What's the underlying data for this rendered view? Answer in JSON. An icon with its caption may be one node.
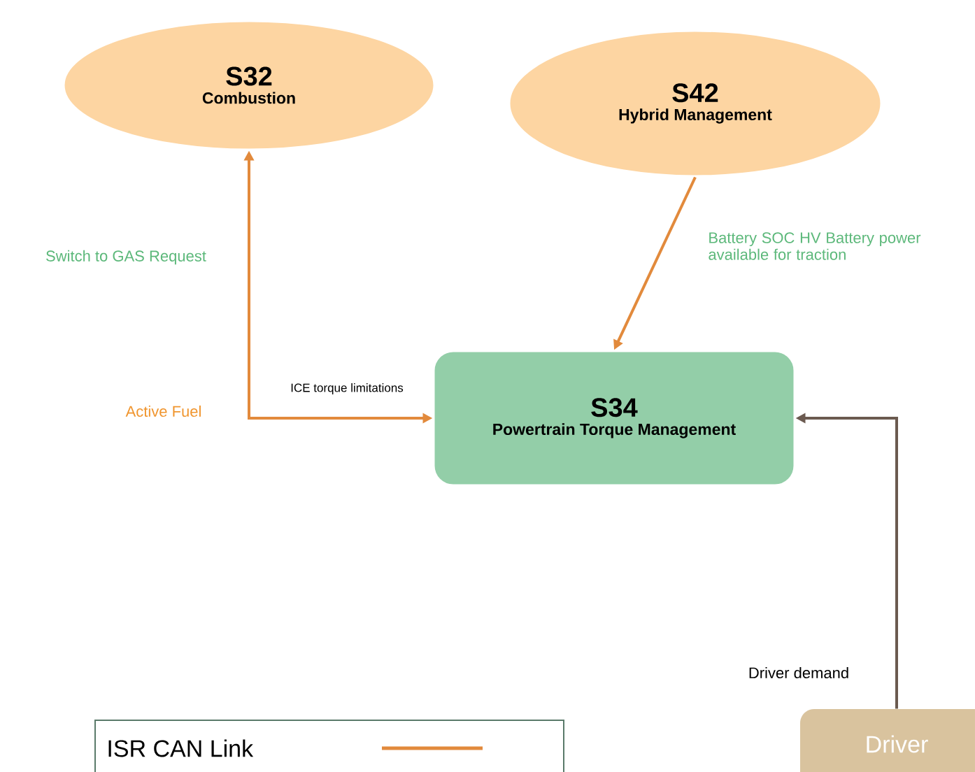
{
  "diagram": {
    "nodes": [
      {
        "text": [
          "S32",
          "Combustion"
        ]
      },
      {
        "text": [
          "S42",
          "Hybrid Management"
        ]
      },
      {
        "text": [
          "S34",
          "Powertrain Torque Management"
        ]
      },
      {
        "text": [
          "Driver"
        ]
      }
    ],
    "edges": [
      {
        "from": 2,
        "to": 0,
        "arrow": "both",
        "label": "ICE torque limitations"
      },
      {
        "from": 1,
        "to": 2,
        "arrow": "to"
      },
      {
        "from": 3,
        "to": 2,
        "arrow": "to",
        "label": "Driver demand",
        "color": "#6b5a50"
      }
    ],
    "labels": [
      "Switch to GAS Request",
      "Battery SOC HV Battery power available for traction",
      "Active Fuel"
    ],
    "legend": [
      {
        "text": "ISR CAN Link"
      }
    ]
  }
}
